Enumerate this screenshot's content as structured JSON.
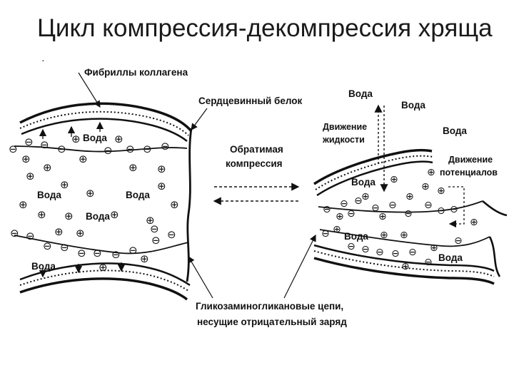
{
  "title": "Цикл компрессия-декомпрессия хряща",
  "bullet": "·",
  "labels": {
    "collagen_fibrils": "Фибриллы коллагена",
    "core_protein": "Сердцевинный белок",
    "water": "Вода",
    "reversible_compression_l1": "Обратимая",
    "reversible_compression_l2": "компрессия",
    "fluid_movement_l1": "Движение",
    "fluid_movement_l2": "жидкости",
    "potential_movement_l1": "Движение",
    "potential_movement_l2": "потенциалов",
    "gag_chains_l1": "Гликозаминогликановые цепи,",
    "gag_chains_l2": "несущие отрицательный заряд"
  },
  "symbols": {
    "negative": "⊖",
    "positive": "⊕"
  }
}
